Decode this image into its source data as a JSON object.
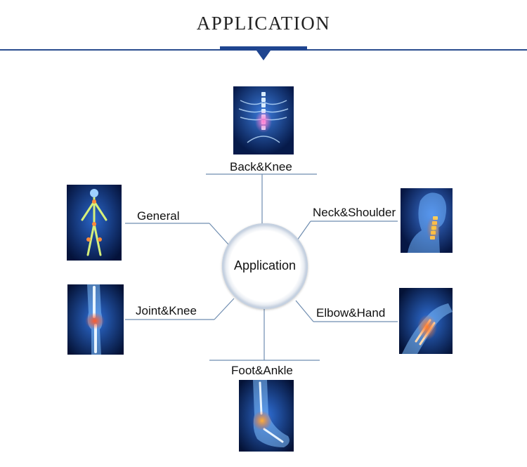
{
  "header": {
    "title": "APPLICATION"
  },
  "hub": {
    "label": "Application"
  },
  "items": {
    "back_knee": {
      "label": "Back&Knee",
      "icon": "spine-xray-icon"
    },
    "general": {
      "label": "General",
      "icon": "full-body-xray-icon"
    },
    "neck_shoulder": {
      "label": "Neck&Shoulder",
      "icon": "neck-xray-icon"
    },
    "joint_knee": {
      "label": "Joint&Knee",
      "icon": "knee-xray-icon"
    },
    "elbow_hand": {
      "label": "Elbow&Hand",
      "icon": "elbow-xray-icon"
    },
    "foot_ankle": {
      "label": "Foot&Ankle",
      "icon": "ankle-xray-icon"
    }
  },
  "colors": {
    "accent": "#1f4590",
    "connector": "#6f8db0",
    "highlight": "#ff6a2a"
  }
}
